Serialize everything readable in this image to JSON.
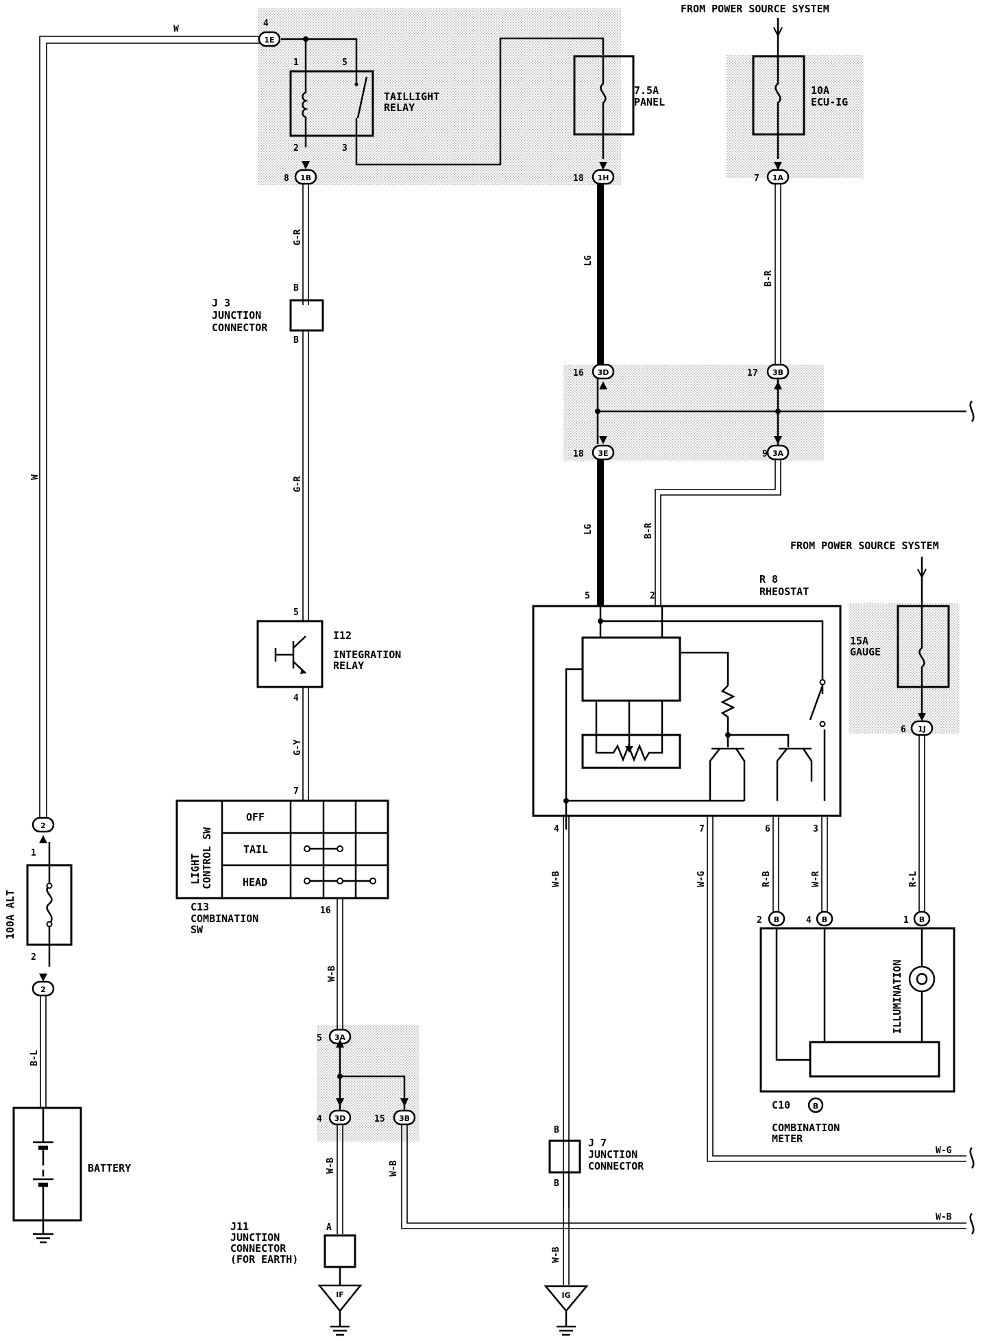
{
  "header": {
    "power_source_1": "FROM POWER SOURCE SYSTEM",
    "power_source_2": "FROM POWER SOURCE SYSTEM"
  },
  "wires": {
    "w_top": "W",
    "w_left": "W",
    "g_r_1": "G-R",
    "g_r_2": "G-R",
    "g_y": "G-Y",
    "b_l": "B-L",
    "w_b_1": "W-B",
    "w_b_2": "W-B",
    "w_b_3": "W-B",
    "w_b_4": "W-B",
    "w_b_5": "W-B",
    "w_b_right": "W-B",
    "lg_1": "LG",
    "lg_2": "LG",
    "b_r_1": "B-R",
    "b_r_2": "B-R",
    "w_g": "W-G",
    "w_g_right": "W-G",
    "r_b": "R-B",
    "w_r": "W-R",
    "r_l": "R-L"
  },
  "components": {
    "taillight_relay": {
      "name": "TAILLIGHT\nRELAY",
      "line1": "TAILLIGHT",
      "line2": "RELAY"
    },
    "fuse_panel": {
      "line1": "7.5A",
      "line2": "PANEL"
    },
    "fuse_ecu": {
      "line1": "10A",
      "line2": "ECU-IG"
    },
    "fuse_gauge": {
      "line1": "15A",
      "line2": "GAUGE"
    },
    "j3": {
      "line1": "J 3",
      "line2": "JUNCTION",
      "line3": "CONNECTOR"
    },
    "i12": {
      "line1": "I12",
      "line2": "INTEGRATION",
      "line3": "RELAY"
    },
    "c13": {
      "line1": "C13",
      "line2": "COMBINATION",
      "line3": "SW"
    },
    "light_sw": {
      "title1": "LIGHT",
      "title2": "CONTROL SW",
      "off": "OFF",
      "tail": "TAIL",
      "head": "HEAD"
    },
    "alt": {
      "label": "100A ALT"
    },
    "battery": {
      "label": "BATTERY"
    },
    "r8": {
      "line1": "R 8",
      "line2": "RHEOSTAT"
    },
    "c10": {
      "line1": "C10",
      "line2": "COMBINATION",
      "line3": "METER",
      "pin": "B"
    },
    "illumination": "ILLUMINATION",
    "j7": {
      "line1": "J 7",
      "line2": "JUNCTION",
      "line3": "CONNECTOR"
    },
    "j11": {
      "line1": "J11",
      "line2": "JUNCTION",
      "line3": "CONNECTOR",
      "line4": "(FOR EARTH)"
    },
    "ground_if": "IF",
    "ground_ig": "IG"
  },
  "connectors": {
    "c1e": "1E",
    "c1b": "1B",
    "c1h": "1H",
    "c1a": "1A",
    "c3d_top": "3D",
    "c3b_top": "3B",
    "c3e": "3E",
    "c3a_r": "3A",
    "c1j": "1J",
    "c2_top": "2",
    "c2_bot": "2",
    "c3a_l": "3A",
    "c3d_l": "3D",
    "c3b_l": "3B",
    "cb_2": "B",
    "cb_4": "B",
    "cb_1": "B"
  },
  "pins": {
    "p4": "4",
    "p1": "1",
    "p5": "5",
    "p2": "2",
    "p3": "3",
    "p8": "8",
    "p18a": "18",
    "p7a": "7",
    "p16": "16",
    "p17": "17",
    "p18b": "18",
    "p9": "9",
    "j3_b_top": "B",
    "j3_b_bot": "B",
    "i12_5": "5",
    "i12_4": "4",
    "c13_7": "7",
    "c13_16": "16",
    "alt_1": "1",
    "alt_2": "2",
    "r8_5": "5",
    "r8_2": "2",
    "r8_4": "4",
    "r8_7": "7",
    "r8_6": "6",
    "r8_3": "3",
    "p6": "6",
    "m2": "2",
    "m4": "4",
    "m1": "1",
    "l5": "5",
    "l4": "4",
    "l15": "15",
    "j7_b_top": "B",
    "j7_b_bot": "B",
    "j11_a": "A"
  }
}
